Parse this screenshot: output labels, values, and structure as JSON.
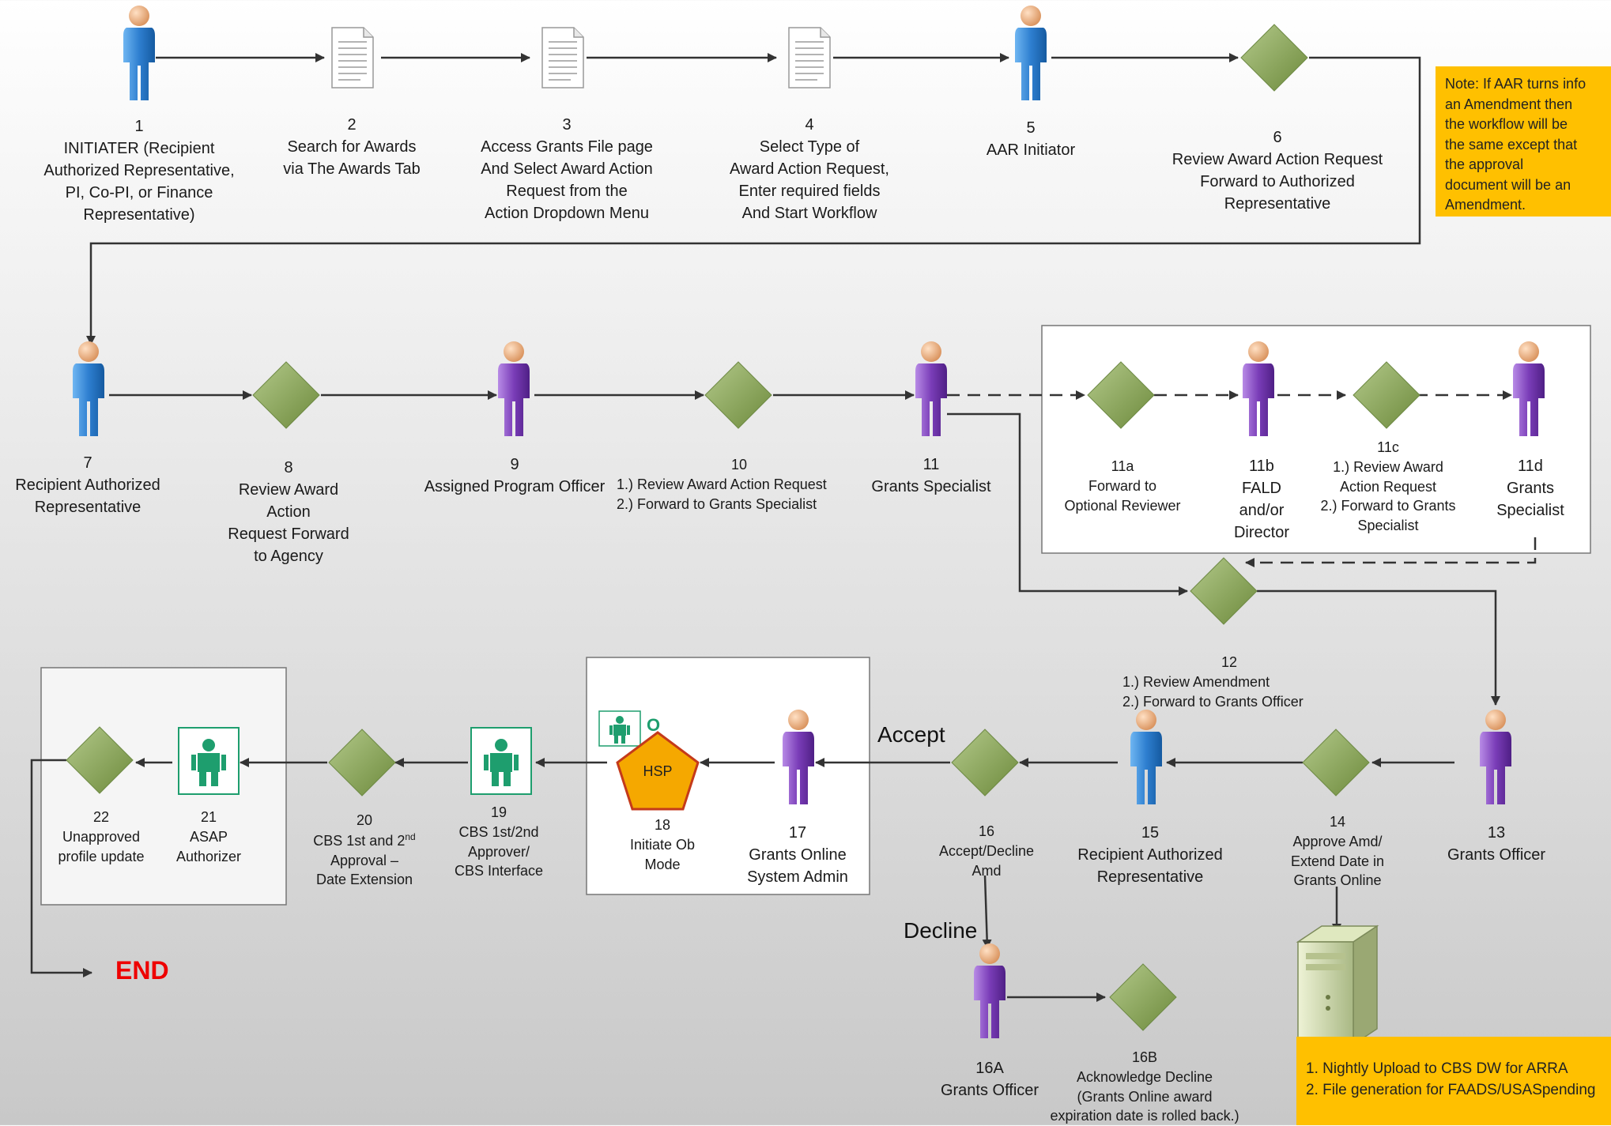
{
  "nodes": [
    {
      "id": "n1",
      "num": "1",
      "text": "INITIATER (Recipient\nAuthorized Representative,\nPI, Co-PI, or Finance\nRepresentative)"
    },
    {
      "id": "n2",
      "num": "2",
      "text": "Search for Awards\nvia The Awards Tab"
    },
    {
      "id": "n3",
      "num": "3",
      "text": "Access Grants File page\nAnd Select Award Action\nRequest from the\nAction Dropdown Menu"
    },
    {
      "id": "n4",
      "num": "4",
      "text": "Select Type of\nAward Action Request,\nEnter required fields\nAnd Start Workflow"
    },
    {
      "id": "n5",
      "num": "5",
      "text": "AAR Initiator"
    },
    {
      "id": "n6",
      "num": "6",
      "text": "Review Award Action Request\nForward to Authorized\nRepresentative"
    },
    {
      "id": "n7",
      "num": "7",
      "text": "Recipient Authorized\nRepresentative"
    },
    {
      "id": "n8",
      "num": "8",
      "text": "Review Award\nAction\nRequest Forward\nto Agency"
    },
    {
      "id": "n9",
      "num": "9",
      "text": "Assigned Program Officer"
    },
    {
      "id": "n10",
      "num": "10",
      "text": "1.) Review Award Action Request\n2.) Forward to Grants Specialist"
    },
    {
      "id": "n11",
      "num": "11",
      "text": "Grants Specialist"
    },
    {
      "id": "n11a",
      "num": "11a",
      "text": "Forward to\nOptional Reviewer"
    },
    {
      "id": "n11b",
      "num": "11b",
      "text": "FALD\nand/or\nDirector"
    },
    {
      "id": "n11c",
      "num": "11c",
      "text": "1.) Review Award\nAction Request\n2.) Forward to Grants\nSpecialist"
    },
    {
      "id": "n11d",
      "num": "11d",
      "text": "Grants\nSpecialist"
    },
    {
      "id": "n12",
      "num": "12",
      "text": "1.) Review Amendment\n2.) Forward to Grants Officer"
    },
    {
      "id": "n13",
      "num": "13",
      "text": "Grants Officer"
    },
    {
      "id": "n14",
      "num": "14",
      "text": "Approve Amd/\nExtend Date in\nGrants Online"
    },
    {
      "id": "n15",
      "num": "15",
      "text": "Recipient Authorized\nRepresentative"
    },
    {
      "id": "n16",
      "num": "16",
      "text": "Accept/Decline\nAmd"
    },
    {
      "id": "n16A",
      "num": "16A",
      "text": "Grants Officer"
    },
    {
      "id": "n16B",
      "num": "16B",
      "text": "Acknowledge Decline\n(Grants Online award\nexpiration date is rolled back.)"
    },
    {
      "id": "n17",
      "num": "17",
      "text": "Grants Online\nSystem Admin"
    },
    {
      "id": "n18",
      "num": "18",
      "text": "Initiate Ob\nMode"
    },
    {
      "id": "n19",
      "num": "19",
      "text": "CBS 1st/2nd\nApprover/\nCBS Interface"
    },
    {
      "id": "n20",
      "num": "20",
      "pre": "CBS 1st and 2",
      "sup": "nd",
      "text": "Approval –\nDate Extension"
    },
    {
      "id": "n21",
      "num": "21",
      "text": "ASAP\nAuthorizer"
    },
    {
      "id": "n22",
      "num": "22",
      "text": "Unapproved\nprofile update"
    }
  ],
  "pentagon_label": "HSP",
  "pentagon_badge": "O",
  "flow_labels": {
    "accept": "Accept",
    "decline": "Decline",
    "end": "END"
  },
  "notes": {
    "amendment": "Note: If AAR turns info\nan Amendment then\nthe workflow will be\nthe same except that\nthe approval\ndocument will be an\nAmendment.",
    "upload": "1. Nightly Upload to CBS DW for ARRA\n2. File generation for FAADS/USASpending"
  },
  "colors": {
    "note_fill": "#ffc000",
    "diamond": "#8faa5c",
    "person_blue": "#2e7fd0",
    "person_purple": "#7a3db8",
    "end_text": "#ee0000",
    "green_icon": "#1e9e6e",
    "pentagon": "#f5a800"
  },
  "icons": [
    "person-blue-icon",
    "person-purple-icon",
    "document-icon",
    "decision-diamond-icon",
    "green-person-icon",
    "hsp-pentagon-icon",
    "server-icon"
  ]
}
